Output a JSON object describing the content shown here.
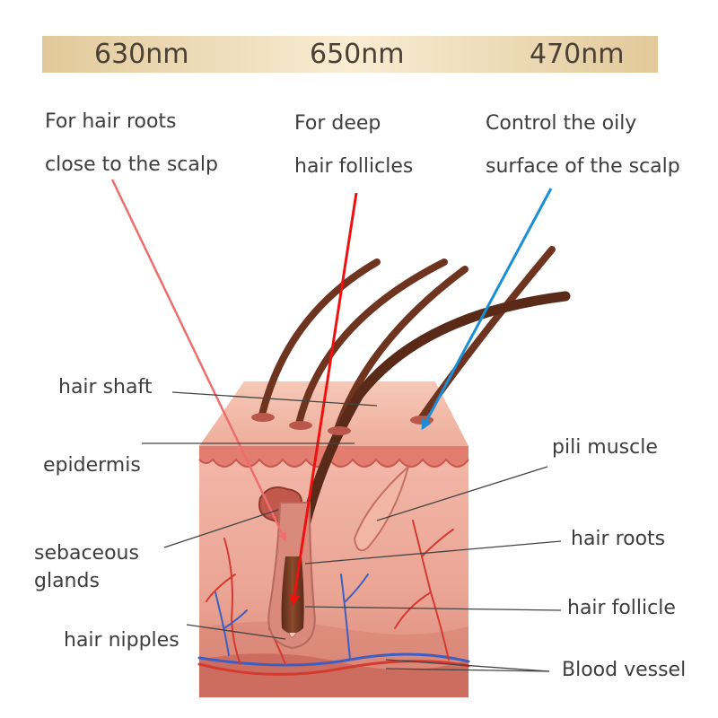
{
  "wavelengths": {
    "w630": "630nm",
    "w650": "650nm",
    "w470": "470nm"
  },
  "headings": {
    "red630_line1": "For hair roots",
    "red630_line2": "close to the scalp",
    "red650_line1": "For deep",
    "red650_line2": "hair follicles",
    "blue470_line1": "Control the oily",
    "blue470_line2": "surface of the scalp"
  },
  "labels": {
    "hair_shaft": "hair shaft",
    "epidermis": "epidermis",
    "sebaceous_line1": "sebaceous",
    "sebaceous_line2": "glands",
    "hair_nipples": "hair nipples",
    "pili_muscle": "pili muscle",
    "hair_roots": "hair roots",
    "hair_follicle": "hair follicle",
    "blood_vessel": "Blood vessel"
  },
  "colors": {
    "arrow_630": "#ee6d6d",
    "arrow_650": "#ee1111",
    "arrow_470": "#1a8fd6",
    "band": "#eddcb6",
    "skin": "#eba79a",
    "hair": "#7a3a22"
  }
}
